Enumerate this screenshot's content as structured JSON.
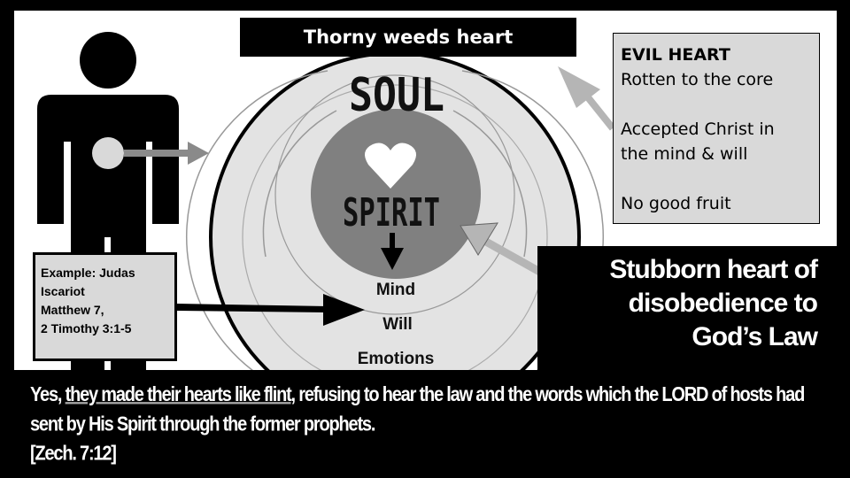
{
  "title": "Thorny weeds heart",
  "diagram": {
    "soul_label": "SOUL",
    "spirit_label": "SPIRIT",
    "mind_label": "Mind",
    "will_label": "Will",
    "emotions_label": "Emotions"
  },
  "evil_box": {
    "heading": "EVIL HEART",
    "line1": "Rotten to the core",
    "line2": "Accepted Christ in",
    "line3": "the mind & will",
    "line4": "No good fruit"
  },
  "example_box": {
    "line1": "Example: Judas",
    "line2": "Iscariot",
    "line3": "Matthew 7,",
    "line4": "2 Timothy 3:1-5"
  },
  "stubborn_box": {
    "line1": "Stubborn heart of",
    "line2": "disobedience to",
    "line3": "God’s Law"
  },
  "verse": {
    "prefix": "Yes, ",
    "underlined": "they made their hearts like flint",
    "rest": ", refusing to hear the law and the words which the LORD of hosts had sent by His Spirit through the former prophets.",
    "reference": "[Zech. 7:12]"
  },
  "colors": {
    "box_gray": "#d9d9d9",
    "arrow_gray": "#8a8a8a",
    "light_arrow": "#b5b5b5",
    "spirit_fill": "#808080"
  }
}
